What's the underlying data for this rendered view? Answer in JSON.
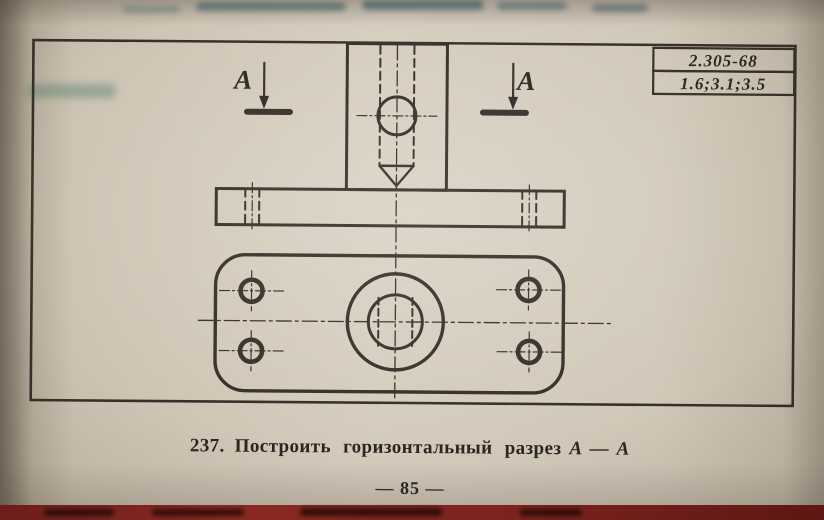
{
  "page": {
    "stamp": {
      "line1": "2.305-68",
      "line2": "1.6;3.1;3.5"
    },
    "section_labels": {
      "left": "A",
      "right": "A"
    },
    "caption": {
      "number": "237.",
      "text": "Построить горизонтальный разрез",
      "section": "А — А"
    },
    "page_number": "— 85 —"
  }
}
